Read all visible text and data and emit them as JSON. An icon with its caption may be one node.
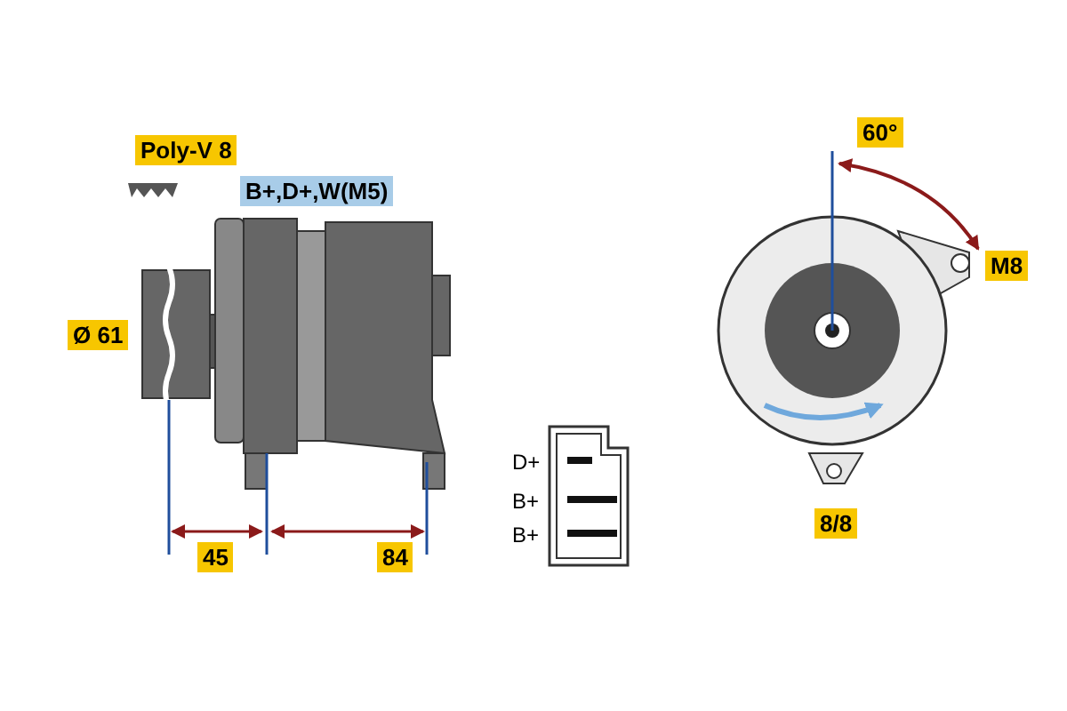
{
  "diagram": {
    "labels": [
      "Poly-V 8",
      "B+,D+,W(M5)",
      "Ø 61",
      "45",
      "84",
      "D+",
      "B+",
      "B+",
      "60°",
      "M8",
      "8/8"
    ]
  }
}
